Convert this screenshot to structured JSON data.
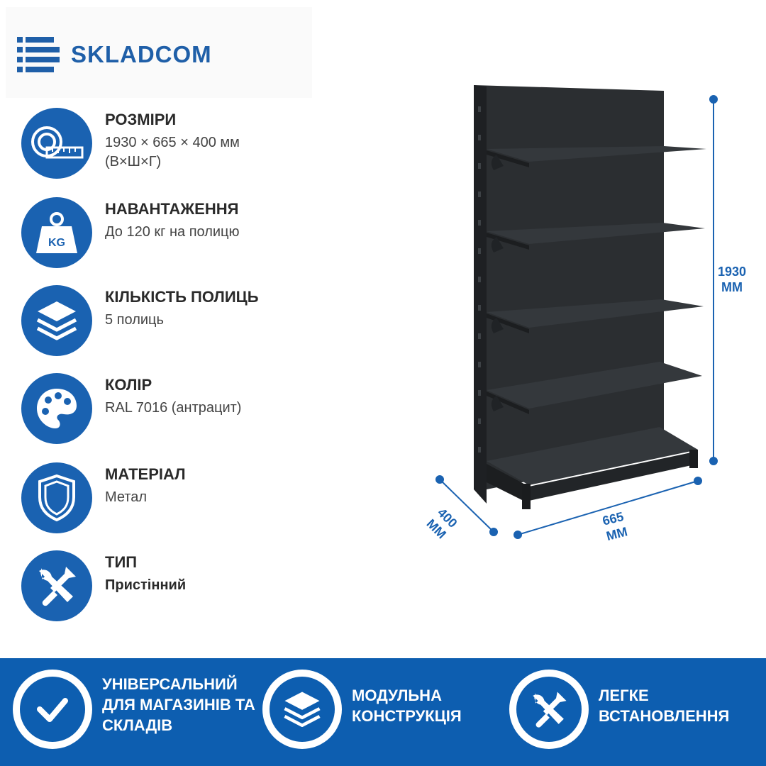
{
  "brand": {
    "name": "SKLADCOM",
    "color": "#1f5fa8"
  },
  "accent_color": "#1a62b1",
  "footer_color": "#0d5eb0",
  "features": [
    {
      "icon": "tape-measure-icon",
      "title": "РОЗМІРИ",
      "value": "1930 × 665 × 400 мм (В×Ш×Г)"
    },
    {
      "icon": "kg-weight-icon",
      "title": "НАВАНТАЖЕННЯ",
      "value": "До 120 кг на полицю"
    },
    {
      "icon": "layers-icon",
      "title": "КІЛЬКІСТЬ ПОЛИЦЬ",
      "value": "5 полиць"
    },
    {
      "icon": "palette-icon",
      "title": "КОЛІР",
      "value": "RAL 7016 (антрацит)"
    },
    {
      "icon": "shield-icon",
      "title": "МАТЕРІАЛ",
      "value": "Метал"
    },
    {
      "icon": "tools-icon",
      "title": "ТИП",
      "value": "Пристінний"
    }
  ],
  "dimensions": {
    "height_value": "1930",
    "width_value": "665",
    "depth_value": "400",
    "unit": "мм",
    "shelf_count": 5,
    "rack_color": "#24272a"
  },
  "benefits": [
    {
      "icon": "checkmark-icon",
      "label": "УНІВЕРСАЛЬНИЙ ДЛЯ МАГАЗИНІВ ТА СКЛАДІВ"
    },
    {
      "icon": "layers-icon",
      "label": "МОДУЛЬНА КОНСТРУКЦІЯ"
    },
    {
      "icon": "tools-icon",
      "label": "ЛЕГКЕ ВСТАНОВЛЕННЯ"
    }
  ]
}
